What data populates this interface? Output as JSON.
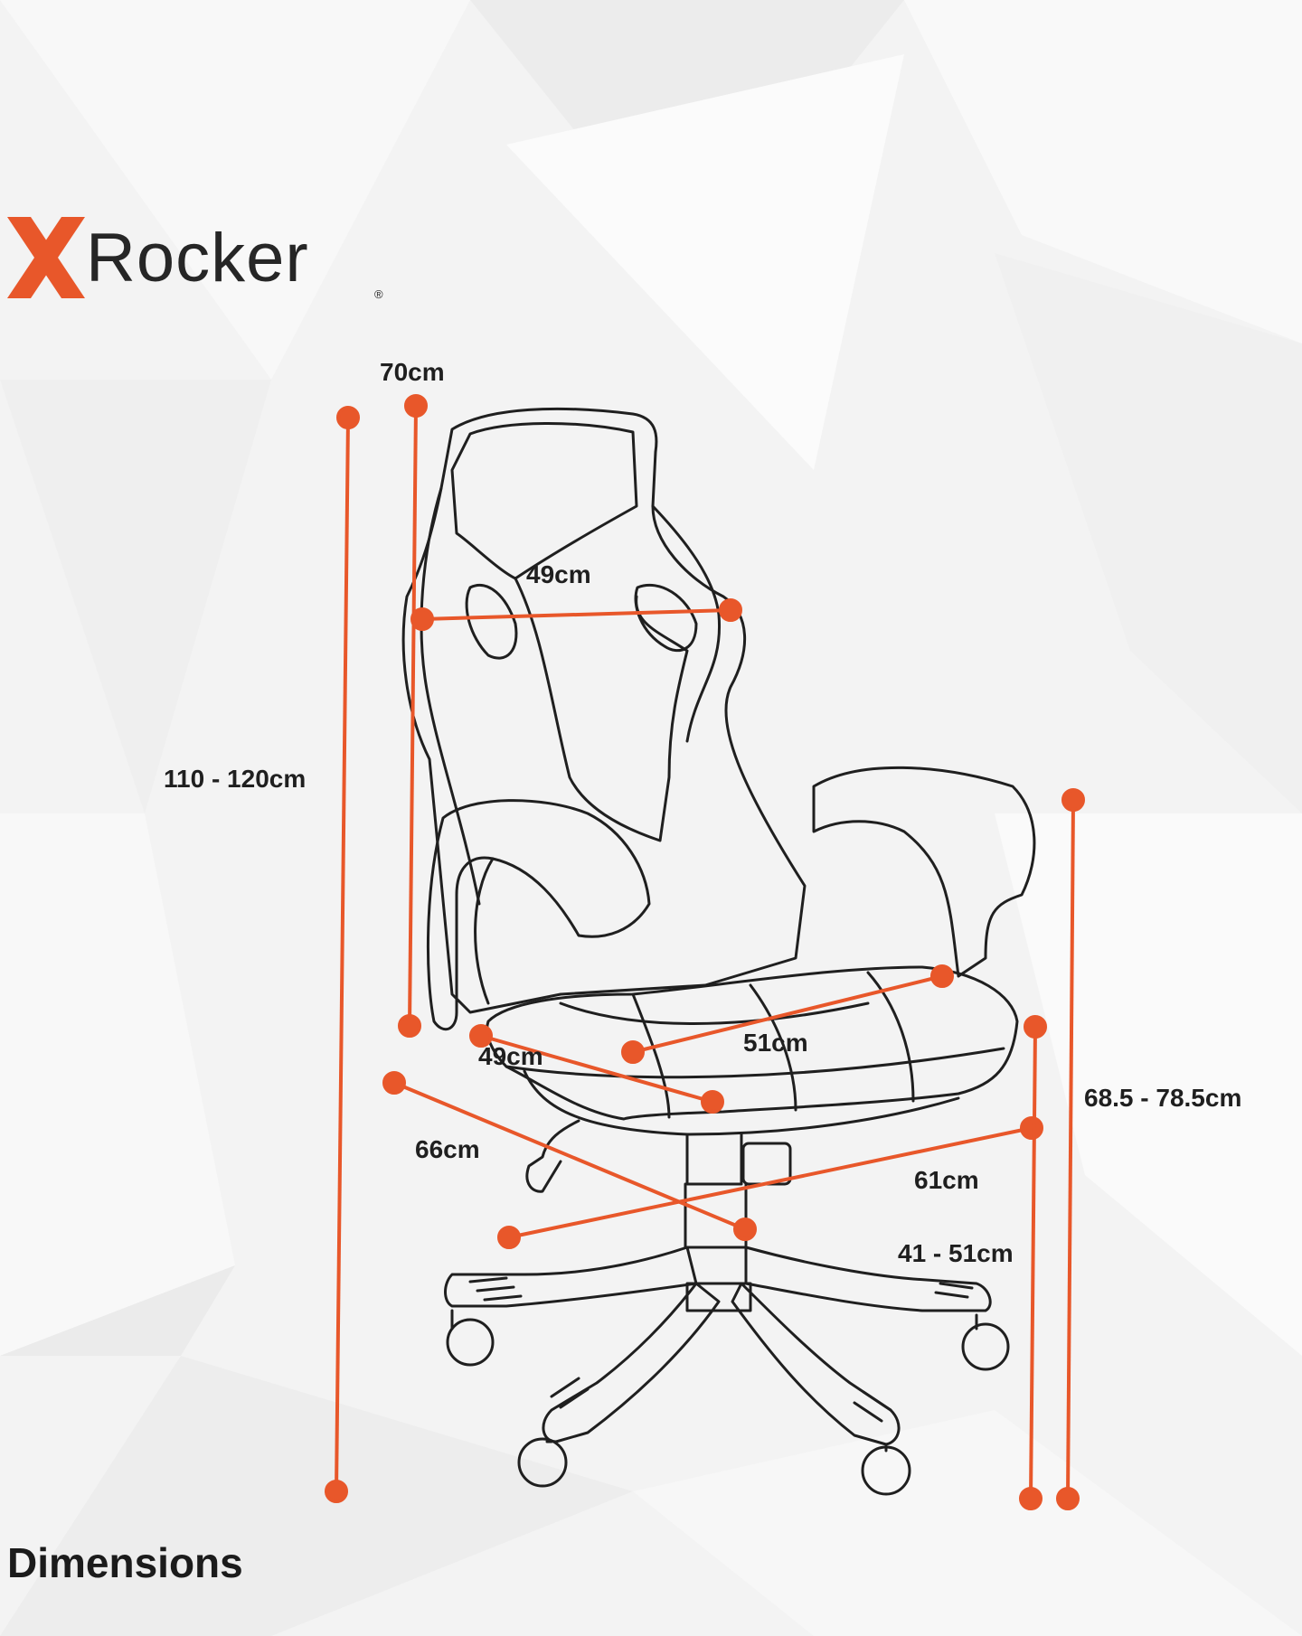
{
  "brand": {
    "name": "Rocker",
    "mark": "X",
    "registered": "®",
    "accent_color": "#e8572a"
  },
  "title": "Dimensions",
  "dimensions": {
    "back_depth": "70cm",
    "back_width": "49cm",
    "total_height": "110 - 120cm",
    "seat_depth": "49cm",
    "seat_width": "51cm",
    "base_width_1": "66cm",
    "base_width_2": "61cm",
    "arm_height": "68.5 - 78.5cm",
    "seat_height": "41 - 51cm"
  },
  "colors": {
    "line": "#e8572a",
    "outline": "#1f1f1f",
    "background": "#f4f4f4"
  }
}
